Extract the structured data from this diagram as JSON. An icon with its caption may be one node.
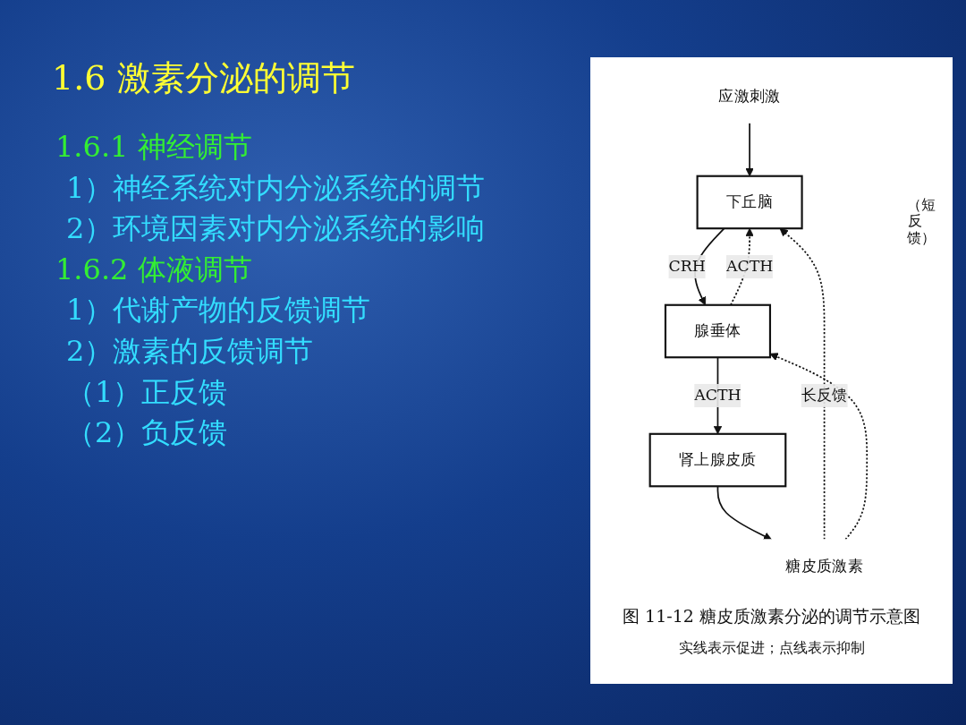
{
  "diagram": {
    "title": "1.6 激素分泌的调节",
    "caption": "图 11-12 糖皮质激素分泌的调节示意图",
    "nodes": [
      {
        "text": [
          "应激刺激"
        ]
      },
      {
        "text": [
          "下丘脑"
        ]
      },
      {
        "text": [
          "腺垂体"
        ]
      },
      {
        "text": [
          "肾上腺皮质"
        ]
      },
      {
        "text": [
          "糖皮质激素"
        ]
      }
    ],
    "edges": [
      {
        "from": 0,
        "to": 1,
        "arrow": "to"
      },
      {
        "from": 1,
        "to": 2,
        "arrow": "to",
        "label": "CRH"
      },
      {
        "from": 2,
        "to": 3,
        "arrow": "to",
        "label": "ACTH"
      },
      {
        "from": 3,
        "to": 4,
        "arrow": "to"
      },
      {
        "from": 4,
        "to": 1,
        "arrow": "to",
        "style": "dashed",
        "label": "长反馈"
      },
      {
        "from": 4,
        "to": 2,
        "arrow": "to",
        "style": "dashed"
      },
      {
        "from": 2,
        "to": 1,
        "arrow": "to",
        "style": "dashed",
        "label": "ACTH"
      }
    ],
    "labels": [
      "1.6.1 神经调节",
      "1）神经系统对内分泌系统的调节",
      "2）环境因素对内分泌系统的影响",
      "1.6.2 体液调节",
      "1）代谢产物的反馈调节",
      "2）激素的反馈调节",
      "（1）正反馈",
      "（2）负反馈",
      "（短反馈）",
      "实线表示促进；点线表示抑制"
    ]
  }
}
